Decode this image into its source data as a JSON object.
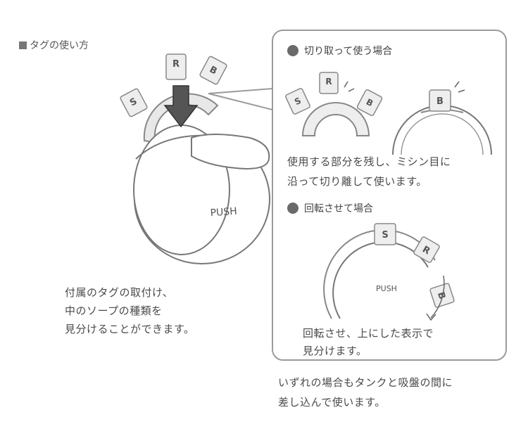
{
  "heading": "タグの使い方",
  "left_caption": [
    "付属のタグの取付け、",
    "中のソープの種類を",
    "見分けることができます。"
  ],
  "main_illustration": {
    "push_label": "PUSH",
    "tags": [
      "S",
      "R",
      "B"
    ]
  },
  "section_cut": {
    "title": "切り取って使う場合",
    "text": [
      "使用する部分を残し、ミシン目に",
      "沿って切り離して使います。"
    ],
    "tags": [
      "S",
      "R",
      "B"
    ],
    "kept_tag": "B"
  },
  "section_rotate": {
    "title": "回転させて場合",
    "push_label": "PUSH",
    "tags": [
      "S",
      "R",
      "B"
    ],
    "text": [
      "回転させ、上にした表示で",
      "見分けます。"
    ]
  },
  "bottom_note": [
    "いずれの場合もタンクと吸盤の間に",
    "差し込んで使います。"
  ]
}
